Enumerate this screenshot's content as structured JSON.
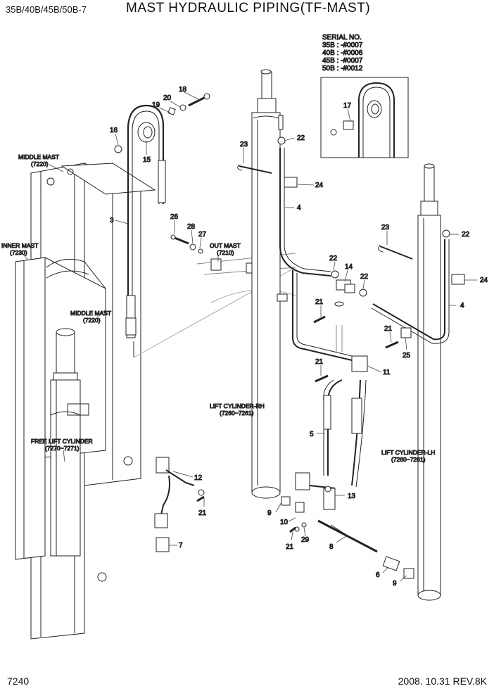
{
  "header": {
    "model": "35B/40B/45B/50B-7",
    "title": "MAST HYDRAULIC PIPING(TF-MAST)"
  },
  "serial": {
    "heading": "SERIAL NO.",
    "lines": [
      "35B : -#0007",
      "40B : -#0006",
      "45B : -#0007",
      "50B : -#0012"
    ]
  },
  "labels": {
    "middle_mast_top": "MIDDLE MAST",
    "middle_mast_top_code": "(7220)",
    "inner_mast": "INNER MAST",
    "inner_mast_code": "(7230)",
    "middle_mast_mid": "MIDDLE MAST",
    "middle_mast_mid_code": "(7220)",
    "out_mast": "OUT MAST",
    "out_mast_code": "(7210)",
    "free_lift": "FREE LIFT CYLINDER",
    "free_lift_code": "(7270~7271)",
    "lift_rh": "LIFT CYLINDER-RH",
    "lift_rh_code": "(7260~7261)",
    "lift_lh": "LIFT CYLINDER-LH",
    "lift_lh_code": "(7260~7261)"
  },
  "callouts": {
    "c18": "18",
    "c20": "20",
    "c19": "19",
    "c16": "16",
    "c15": "15",
    "c3": "3",
    "c26": "26",
    "c28": "28",
    "c27": "27",
    "c17": "17",
    "c23a": "23",
    "c22a": "22",
    "c24a": "24",
    "c4a": "4",
    "c22b": "22",
    "c14": "14",
    "c22c": "22",
    "c21a": "21",
    "c23b": "23",
    "c22d": "22",
    "c24b": "24",
    "c4b": "4",
    "c21b": "21",
    "c25": "25",
    "c21c": "21",
    "c11": "11",
    "c5": "5",
    "c12": "12",
    "c21d": "21",
    "c7": "7",
    "c9a": "9",
    "c10": "10",
    "c21e": "21",
    "c29": "29",
    "c13": "13",
    "c8": "8",
    "c6": "6",
    "c9b": "9"
  },
  "footer": {
    "page": "7240",
    "revision": "2008. 10.31  REV.8K"
  }
}
